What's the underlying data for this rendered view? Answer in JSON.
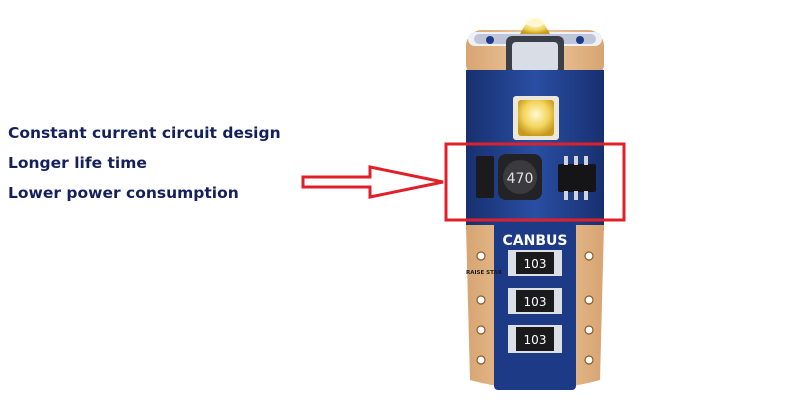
{
  "features": [
    "Constant current circuit design",
    "Longer life time",
    "Lower power consumption"
  ],
  "product": {
    "inductor_marking": "470",
    "canbus_label": "CANBUS",
    "maker_mark": "RAISE STAR",
    "resistor_markings": [
      "103",
      "103",
      "103"
    ]
  },
  "colors": {
    "highlight": "#e02028",
    "pcb_blue": "#1d3a86",
    "text_navy": "#14205e",
    "base_tan": "#e6b98b"
  }
}
